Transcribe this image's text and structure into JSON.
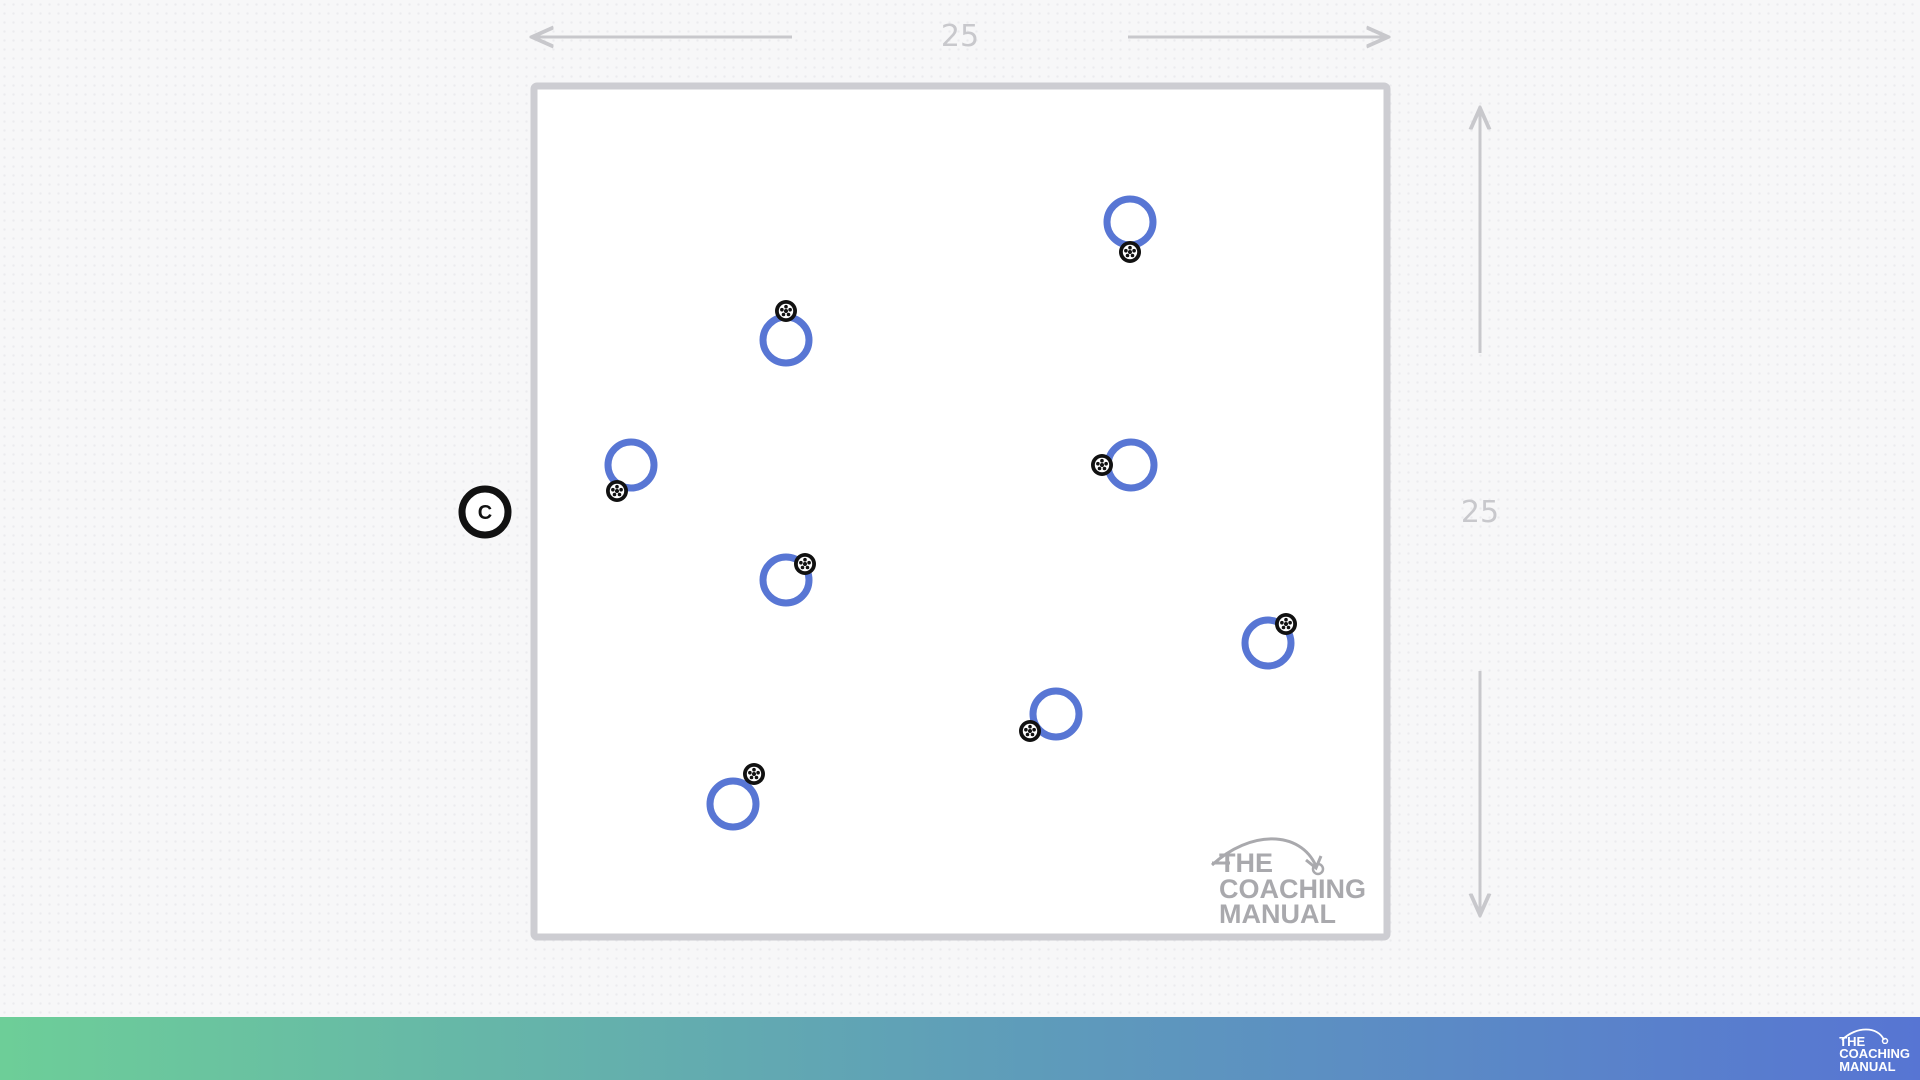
{
  "dimensions": {
    "width_label": "25",
    "height_label": "25"
  },
  "coach": {
    "label": "C"
  },
  "players": [
    {
      "id": "player-1",
      "ball_side": "below"
    },
    {
      "id": "player-2",
      "ball_side": "above"
    },
    {
      "id": "player-3",
      "ball_side": "below-left"
    },
    {
      "id": "player-4",
      "ball_side": "left"
    },
    {
      "id": "player-5",
      "ball_side": "above-right"
    },
    {
      "id": "player-6",
      "ball_side": "above-right"
    },
    {
      "id": "player-7",
      "ball_side": "below-left"
    },
    {
      "id": "player-8",
      "ball_side": "above-right"
    }
  ],
  "brand": {
    "line1": "THE",
    "line2": "COACHING",
    "line3": "MANUAL"
  },
  "colors": {
    "player_ring": "#5876d4",
    "field_border": "#cdcdd2",
    "dimension_arrow": "#c8c8cc",
    "coach": "#111111",
    "footer_gradient_start": "#6dce98",
    "footer_gradient_end": "#5775d3"
  }
}
